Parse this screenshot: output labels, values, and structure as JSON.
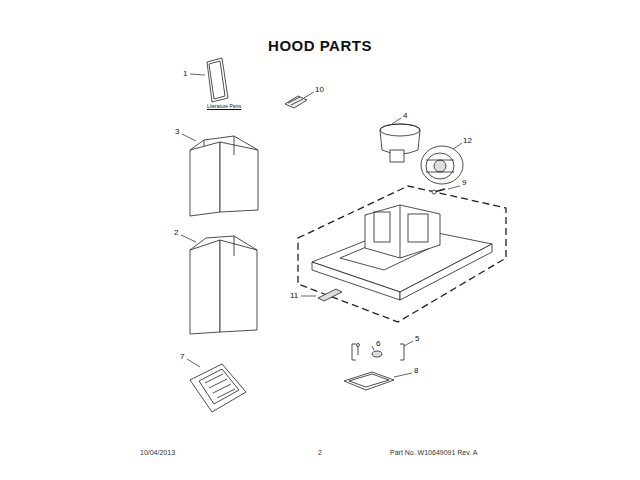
{
  "diagram": {
    "title": "HOOD PARTS",
    "labels": [
      "1",
      "Literature Parts",
      "10",
      "3",
      "4",
      "12",
      "9",
      "2",
      "11",
      "5",
      "6",
      "7",
      "8",
      "10/04/2013",
      "2",
      "Part No. W10649091 Rev. A"
    ]
  }
}
